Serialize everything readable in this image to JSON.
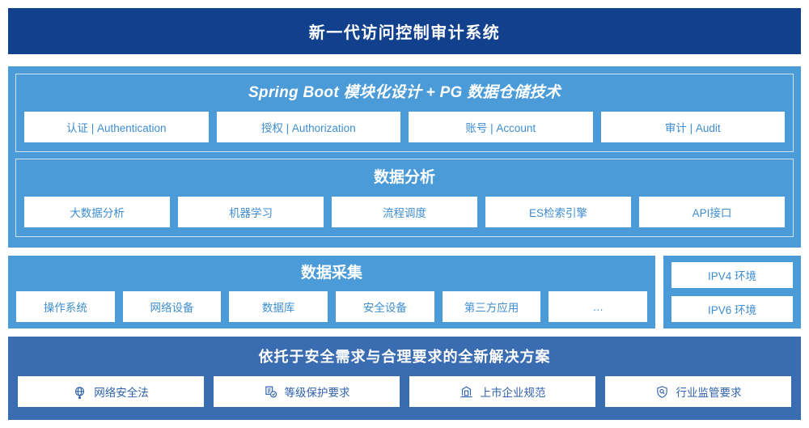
{
  "header": {
    "title": "新一代访问控制审计系统"
  },
  "colors": {
    "header_bg": "#11418c",
    "panel_blue": "#4a9bd8",
    "solution_blue": "#3a6cb2",
    "chip_text": "#3e8dd0",
    "solution_chip_text": "#2f62ad",
    "chip_bg": "#ffffff",
    "subpanel_border": "#cfe4f5"
  },
  "platform": {
    "title": "Spring Boot 模块化设计 + PG 数据仓储技术",
    "modules": [
      {
        "label": "认证 | Authentication"
      },
      {
        "label": "授权 | Authorization"
      },
      {
        "label": "账号 | Account"
      },
      {
        "label": "审计 | Audit"
      }
    ]
  },
  "analysis": {
    "title": "数据分析",
    "modules": [
      {
        "label": "大数据分析"
      },
      {
        "label": "机器学习"
      },
      {
        "label": "流程调度"
      },
      {
        "label": "ES检索引擎"
      },
      {
        "label": "API接口"
      }
    ]
  },
  "collection": {
    "title": "数据采集",
    "modules": [
      {
        "label": "操作系统"
      },
      {
        "label": "网络设备"
      },
      {
        "label": "数据库"
      },
      {
        "label": "安全设备"
      },
      {
        "label": "第三方应用"
      },
      {
        "label": "…"
      }
    ]
  },
  "environments": {
    "items": [
      {
        "label": "IPV4 环境"
      },
      {
        "label": "IPV6 环境"
      }
    ]
  },
  "solution": {
    "title": "依托于安全需求与合理要求的全新解决方案",
    "items": [
      {
        "label": "网络安全法",
        "icon": "globe-icon"
      },
      {
        "label": "等级保护要求",
        "icon": "document-check-icon"
      },
      {
        "label": "上市企业规范",
        "icon": "bank-building-icon"
      },
      {
        "label": "行业监管要求",
        "icon": "shield-search-icon"
      }
    ]
  }
}
